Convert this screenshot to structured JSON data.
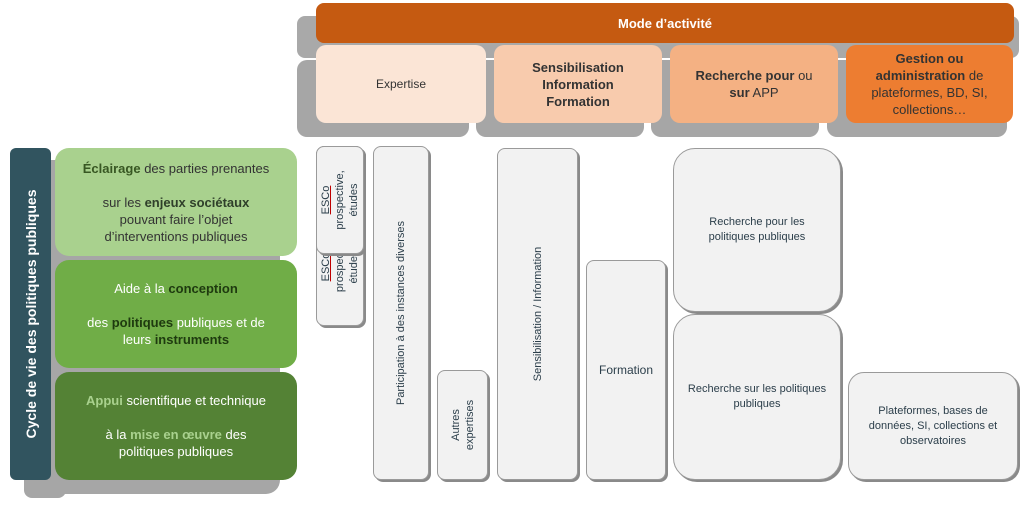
{
  "header": {
    "title": "Mode d’activité"
  },
  "modes": [
    {
      "plain": "Expertise",
      "bold": "",
      "suffix": ""
    },
    {
      "line1": "Sensibilisation",
      "line2": "Information",
      "line3": "Formation"
    },
    {
      "bold1": "Recherche pour",
      "mid": " ou",
      "bold2": "sur",
      "rest": " APP"
    },
    {
      "bold1": "Gestion ou",
      "bold2": "administration",
      "rest1": " de",
      "rest2": "plateformes, BD, SI,",
      "rest3": "collections…"
    }
  ],
  "cycle": {
    "label": "Cycle de vie des politiques publiques"
  },
  "stages": [
    {
      "b1": "Éclairage",
      "t1": " des parties prenantes",
      "t2": "sur les ",
      "b2": "enjeux sociétaux",
      "t3": "pouvant faire l’objet",
      "t4": "d’interventions publiques"
    },
    {
      "t1": "Aide à la ",
      "b1": "conception",
      "t2": "des ",
      "b2": "politiques",
      "t3": " publiques et de",
      "t4": "leurs ",
      "b3": "instruments"
    },
    {
      "b1": "Appui",
      "t1": " scientifique et technique",
      "t2": "à la ",
      "b2": "mise en œuvre",
      "t3": " des",
      "t4": "politiques publiques"
    }
  ],
  "boxes": {
    "esco_label": "ESCo",
    "esco_text1": "prospective,",
    "esco_text2": "études",
    "esco2_text1": "prospectiv",
    "esco2_text2": "études",
    "participation": "Participation à des instances diverses",
    "autres1": "Autres",
    "autres2": "expertises",
    "sensibilisation": "Sensibilisation / Information",
    "formation": "Formation",
    "recherche_pour": "Recherche pour les politiques publiques",
    "recherche_sur": "Recherche sur les politiques publiques",
    "plateformes": "Plateformes, bases de données, SI, collections et observatoires"
  },
  "colors": {
    "header": "#c55a11",
    "mode1": "#fbe5d6",
    "mode2": "#f8cbad",
    "mode3": "#f4b183",
    "mode4": "#ed7d31",
    "stage1": "#a9d18e",
    "stage2": "#70ad47",
    "stage3": "#548235",
    "cycle": "#31545f"
  }
}
